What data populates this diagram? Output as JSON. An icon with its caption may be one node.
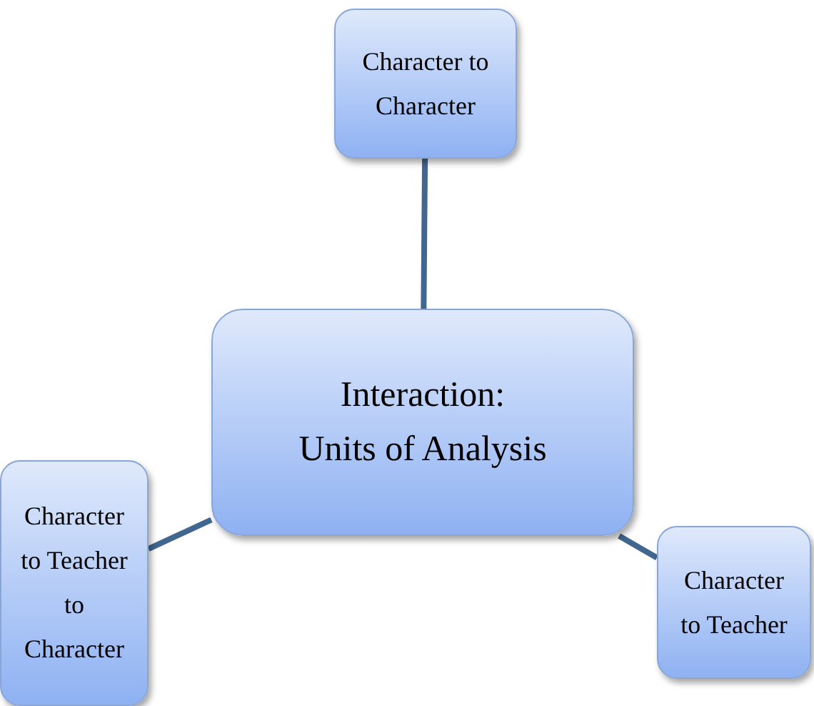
{
  "diagram": {
    "nodes": [
      {
        "text": [
          "Interaction:",
          "Units of Analysis"
        ]
      },
      {
        "text": [
          "Character to Character"
        ]
      },
      {
        "text": [
          "Character to Teacher to Character"
        ]
      },
      {
        "text": [
          "Character to Teacher"
        ]
      }
    ],
    "edges": [
      {
        "from": 0,
        "to": 1,
        "arrow": "none"
      },
      {
        "from": 0,
        "to": 2,
        "arrow": "none"
      },
      {
        "from": 0,
        "to": 3,
        "arrow": "none"
      }
    ]
  }
}
